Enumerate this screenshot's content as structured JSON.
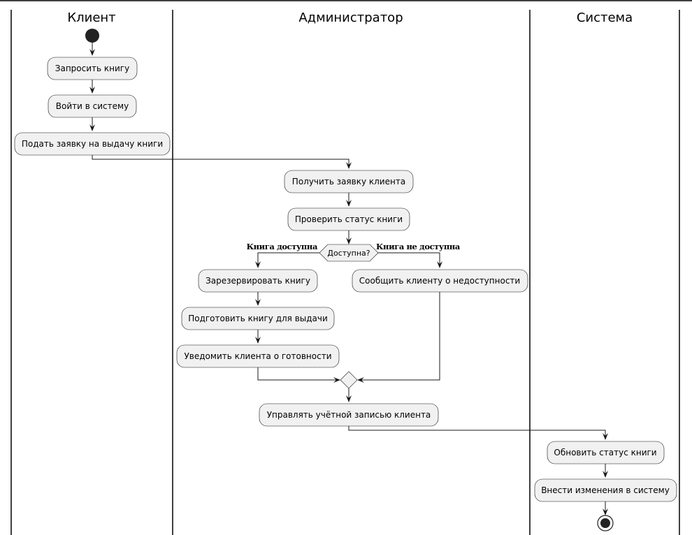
{
  "lanes": [
    {
      "id": "client",
      "title": "Клиент"
    },
    {
      "id": "admin",
      "title": "Администратор"
    },
    {
      "id": "system",
      "title": "Система"
    }
  ],
  "activities": {
    "request_book": "Запросить книгу",
    "login": "Войти в систему",
    "submit_request": "Подать заявку на выдачу книги",
    "receive_request": "Получить заявку клиента",
    "check_status": "Проверить статус книги",
    "reserve_book": "Зарезервировать книгу",
    "prepare_book": "Подготовить книгу для выдачи",
    "notify_ready": "Уведомить клиента о готовности",
    "notify_unavailable": "Сообщить клиенту о недоступности",
    "manage_account": "Управлять учётной записью клиента",
    "update_status": "Обновить статус книги",
    "apply_changes": "Внести изменения в систему"
  },
  "decision": {
    "question": "Доступна?",
    "yes_label": "Книга доступна",
    "no_label": "Книга не доступна"
  },
  "colors": {
    "activity_fill": "#f1f1f1",
    "stroke": "#181818",
    "lane_border": "#000000",
    "start_end": "#222222"
  }
}
